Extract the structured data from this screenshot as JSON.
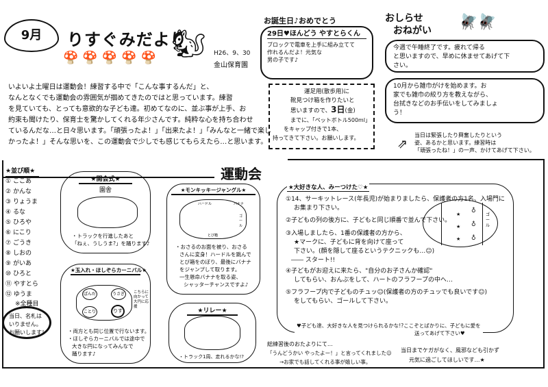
{
  "header": {
    "month": "9月",
    "title": "りすぐみだより",
    "date": "H26、9、30",
    "school": "金山保育園"
  },
  "intro": [
    "いよいよ土曜日は運動会！練習する中で「こんな事するんだ」と、",
    "なんとなくでも運動会の雰囲気が掴めてきたのではと思っています。練習",
    "を見ていても、とっても意欲的な子ども達。初めてなのに、並ぶ事が上手、お",
    "約束も聞けたり、保育士を驚かしてくれる年少さんです。純粋な心を持ち合わせ",
    "ているんだな…と日々思います。「頑張ったよ！」「出来たよ！」「みんなと一緒で楽し",
    "かったよ！」そんな思いを、この運動会で少しでも感じてもらえたら…と思います。"
  ],
  "birthday": {
    "title": "お誕生日♪おめでとう",
    "name": "29日♥ほんどう やすとらくん",
    "message": [
      "ブロックで電車を上手に組み立てて",
      "作れるんだよ！元気な",
      "男の子です♪"
    ]
  },
  "shoebox": {
    "lines": [
      "運足用(散歩用)に",
      "靴見つけ箱を作りたいと",
      "思いますので、",
      "までに、「ペットボトル500ml」",
      "をキャップ付きで1本、",
      "持ってきて下さい。お願いします。"
    ],
    "deadline": "3日",
    "deadline_day": "(金)"
  },
  "notice": {
    "title1": "おしらせ",
    "title2": "おねがい",
    "items": [
      [
        "今週で午睡終了です。疲れて帰る",
        "と思いますので、早めに休ませてあげて下",
        "さい。"
      ],
      [
        "10月から雑巾がけを始めます。お",
        "家でも雑巾の絞り方を教えながら、",
        "台拭きなどのお手伝いをしてみましょ",
        "う！"
      ]
    ]
  },
  "day_note": [
    "当日は緊張したり興奮したりという",
    "姿、あるかと思います。練習時は",
    "「頑張ったね！」の一声、かけてあげて下さい。"
  ],
  "sports_day": {
    "title": "運動会"
  },
  "order": {
    "title": "★並び順★",
    "items": [
      "ここあ",
      "かんな",
      "りょうま",
      "るな",
      "ひろや",
      "にこり",
      "ごうき",
      "しおの",
      "がいあ",
      "ひろと",
      "やすとら",
      "ゆうま"
    ],
    "footer": "※全種目"
  },
  "name_tag_note": [
    "当日、名札は",
    "いりません。",
    "お願いします！"
  ],
  "opening": {
    "title": "★開会式★",
    "stage": "園舎",
    "notes": [
      "・トラックを行進したあと",
      "「ねぇ、うしうま?」を踊ります♪"
    ]
  },
  "tamaire": {
    "title": "★玉入れ・ほしぞらカーニバル★",
    "teams": [
      "ぱんだ",
      "うさぎ",
      "ことり",
      "りす"
    ],
    "side_note": "こちらに向かって大円に応援",
    "notes": [
      "・両方とも同じ位置で行ないます。",
      "・ほしぞらカーニバルでは途中で",
      "大きな円になってみんなで",
      "踊ります♪"
    ]
  },
  "monkey": {
    "title": "★モンキッキージャングル★",
    "labels": [
      "ハードル",
      "バナナ",
      "ゴール",
      "とび箱"
    ],
    "notes": [
      "・おさるのお面を被り、おさる",
      "さんに変身！ハードルを跳んで",
      "とび箱をのぼり、最後にバナナ",
      "をジャンプして取ります。",
      "一生懸命バナナを取る姿、",
      "シャッターチャンスですよ♪"
    ]
  },
  "relay": {
    "title": "★リレー★",
    "notes": [
      "・トラック1周、走れるかな!?"
    ]
  },
  "daisuki": {
    "title": "★大好きな人、みーつけた♡★",
    "steps": [
      [
        "①14、サーキットレース(年長児)が始まりましたら、保護者の方1名、入場門に",
        "お集まり下さい。"
      ],
      [
        "②子どもの列の後方に、子どもと同じ順番で並んで下さい。"
      ],
      [
        "③入場しましたら、1番の保護者の方から、",
        "★マークに、子どもに背を向けて座って",
        "下さい。(顔を隠して座るというテクニックも…☺)",
        "―― スタート!!"
      ],
      [
        "④子どもがお迎えに来たら、\"自分のお子さんか確認\"",
        "してもらい、おんぶをして、ハートのフラフープの中へ…"
      ],
      [
        "⑤フラフープ内で子どものチュッ☺(保護者の方のチュッでも良いです☺)",
        "をしてもらい、ゴールして下さい。"
      ]
    ],
    "closing": [
      "♥子ども達、大好きな人を見つけられるかな!?ここぞとばかりに、子どもに愛を",
      "送ってあげて下さい♥"
    ],
    "goal": "ゴール"
  },
  "practice_note": [
    "総練習後のおたよりにて…",
    "「うんどうかい やったよー！」と言ってくれました☺",
    "→お家でも話してくれる事が嬉しい事。"
  ],
  "health_note": [
    "当日までケガがなく、風邪なども引かず",
    "元気に過ごしてほしいです…★"
  ]
}
